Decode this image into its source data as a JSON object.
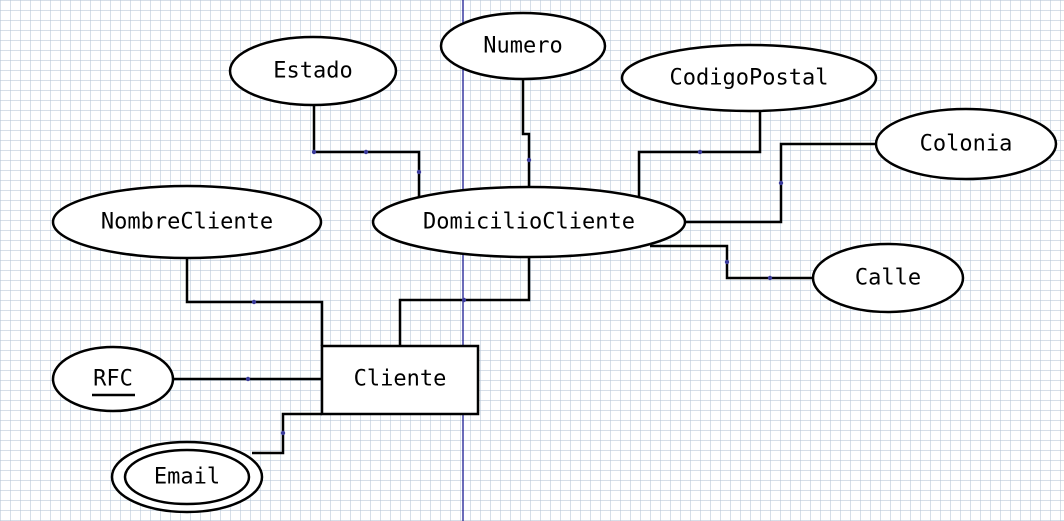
{
  "diagram": {
    "type": "entity-relationship",
    "entity": {
      "name": "Cliente"
    },
    "attributes": {
      "rfc": "RFC",
      "email": "Email",
      "nombre_cliente": "NombreCliente",
      "domicilio_cliente": "DomicilioCliente",
      "estado": "Estado",
      "numero": "Numero",
      "codigo_postal": "CodigoPostal",
      "colonia": "Colonia",
      "calle": "Calle"
    },
    "attribute_kinds": {
      "RFC": "key",
      "Email": "multivalued",
      "DomicilioCliente": "composite",
      "NombreCliente": "simple"
    },
    "composite_parts": {
      "DomicilioCliente": [
        "Estado",
        "Numero",
        "CodigoPostal",
        "Colonia",
        "Calle"
      ]
    },
    "colors": {
      "background": "#ffffff",
      "grid": "#b4c4d6",
      "line": "#000000",
      "guide": "#0a0a8a"
    }
  }
}
